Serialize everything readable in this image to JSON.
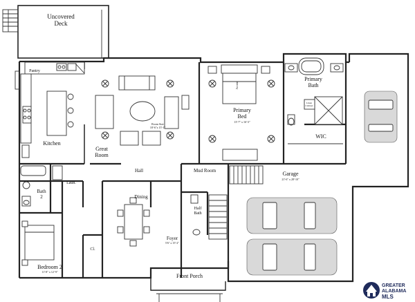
{
  "rooms": {
    "deck": [
      "Uncovered",
      "Deck"
    ],
    "pantry": "Pantry",
    "kitchen": "Kitchen",
    "great_room": [
      "Great",
      "Room"
    ],
    "room_size": [
      "Room Size",
      "18'-6\"x 15'-1\""
    ],
    "primary_bed": [
      "Primary",
      "Bed"
    ],
    "primary_bed_dims": "13'-7\" x 16'-3\"",
    "primary_bath": [
      "Primary",
      "Bath"
    ],
    "linen_cabinet": [
      "Linen",
      "Cabinet"
    ],
    "wic": "WIC",
    "garage": "Garage",
    "garage_dims": "21'-6\" x 28'-10\"",
    "mud_room": "Mud Room",
    "hall": "Hall",
    "laundry": "Laun.",
    "bath2": [
      "Bath",
      "2"
    ],
    "dining": "Dining",
    "half_bath": [
      "Half",
      "Bath"
    ],
    "foyer": "Foyer",
    "foyer_dims": "5'6\" x 15'-2\"",
    "closet": "Cl.",
    "bedroom2": "Bedroom 2",
    "bedroom2_dims": "11'-8\" x 12'-9\"",
    "front_porch": "Front Porch",
    "bed_wall": [
      "Accent",
      "Wall"
    ]
  },
  "logo": {
    "line1": "GREATER",
    "line2": "ALABAMA",
    "line3": "MLS",
    "icon": "house-icon",
    "color": "#1f2b5b"
  }
}
